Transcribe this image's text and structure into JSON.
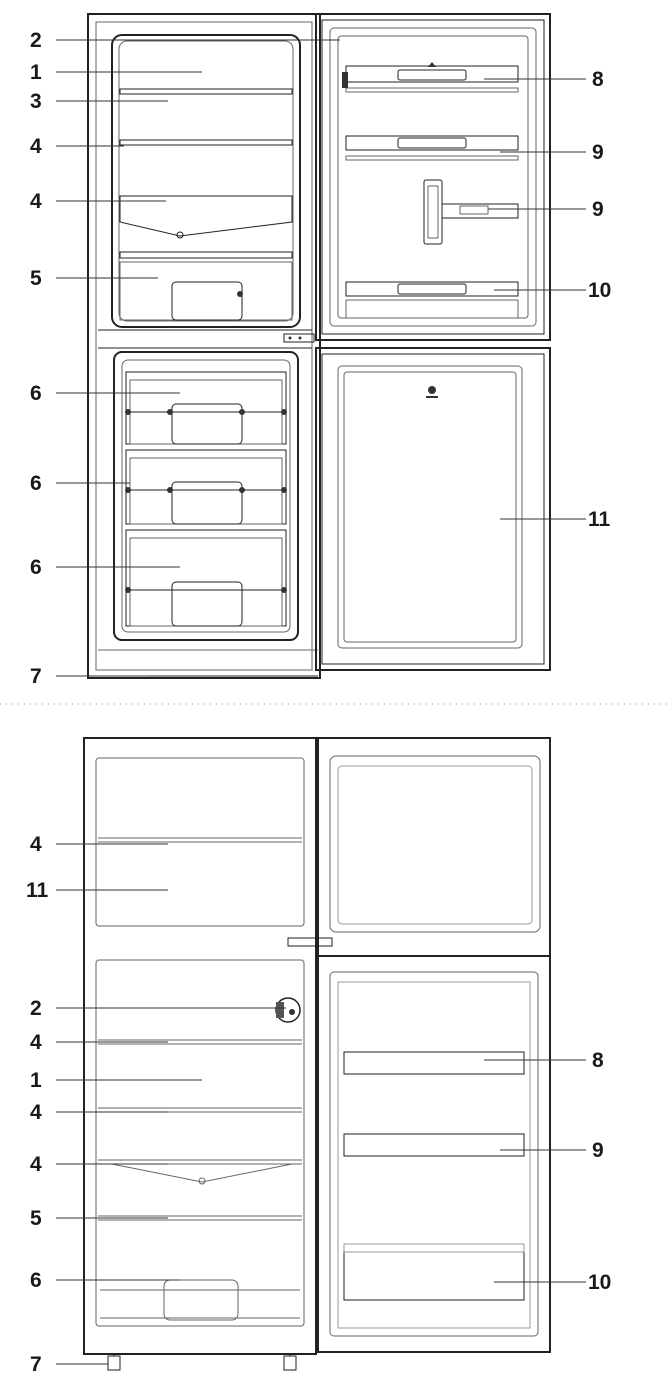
{
  "top_diagram": {
    "callouts_left": [
      "2",
      "1",
      "3",
      "4",
      "4",
      "5",
      "6",
      "6",
      "6",
      "7"
    ],
    "callouts_right": [
      "8",
      "9",
      "9",
      "10",
      "11"
    ]
  },
  "bottom_diagram": {
    "callouts_left": [
      "4",
      "11",
      "2",
      "4",
      "1",
      "4",
      "4",
      "5",
      "6",
      "7"
    ],
    "callouts_right": [
      "8",
      "9",
      "10"
    ]
  }
}
